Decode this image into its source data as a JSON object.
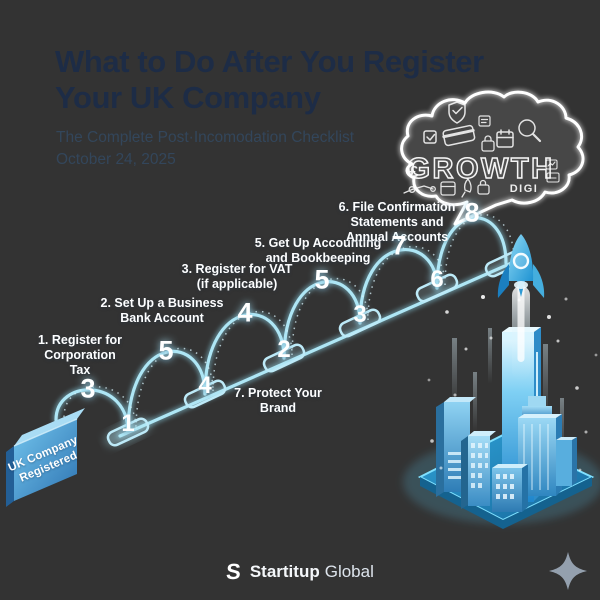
{
  "header": {
    "title": "What to Do After You Register\nYour UK Company",
    "subtitle": "The Complete Post·Incomodation Checklist",
    "date": "October 24, 2025"
  },
  "cloud": {
    "pound": "£",
    "word": "GROWTH",
    "digi": "DIGI",
    "icon_names": [
      "shield-check-icon",
      "checkbox-icon",
      "credit-card-icon",
      "document-icon",
      "badge-icon",
      "calendar-icon",
      "magnifier-icon",
      "nodes-icon",
      "mini-calendar-icon",
      "quill-icon",
      "lock-icon"
    ]
  },
  "journey": {
    "start_box": "UK Company\nRegistered",
    "steps": [
      {
        "label": "1. Register for\nCorporation\nTax",
        "arc_number": "3",
        "pad_number": "1"
      },
      {
        "label": "2. Set Up a Business\nBank Account",
        "arc_number": "5",
        "pad_number": "4"
      },
      {
        "label": "3. Register for VAT\n(if applicable)",
        "arc_number": "4",
        "pad_number": "2"
      },
      {
        "label": "5. Get Up Accounting\nand Bookbeeping",
        "arc_number": "5",
        "pad_number": "3"
      },
      {
        "label": "6. File Confirmation\nStatements and\nAnnual Accounts",
        "arc_number": "7",
        "pad_number": "6"
      },
      {
        "label": "",
        "arc_number": "8",
        "pad_number": ""
      }
    ],
    "floor_label": "7. Protect Your\nBrand"
  },
  "footer": {
    "logo_letter": "S",
    "brand_bold": "Startitup",
    "brand_light": "Global"
  },
  "colors": {
    "accent_cyan": "#a5e0f0",
    "title_navy": "#1d2c46",
    "rocket_blue": "#3fb3e8",
    "platform_teal": "#2aa3d8"
  }
}
